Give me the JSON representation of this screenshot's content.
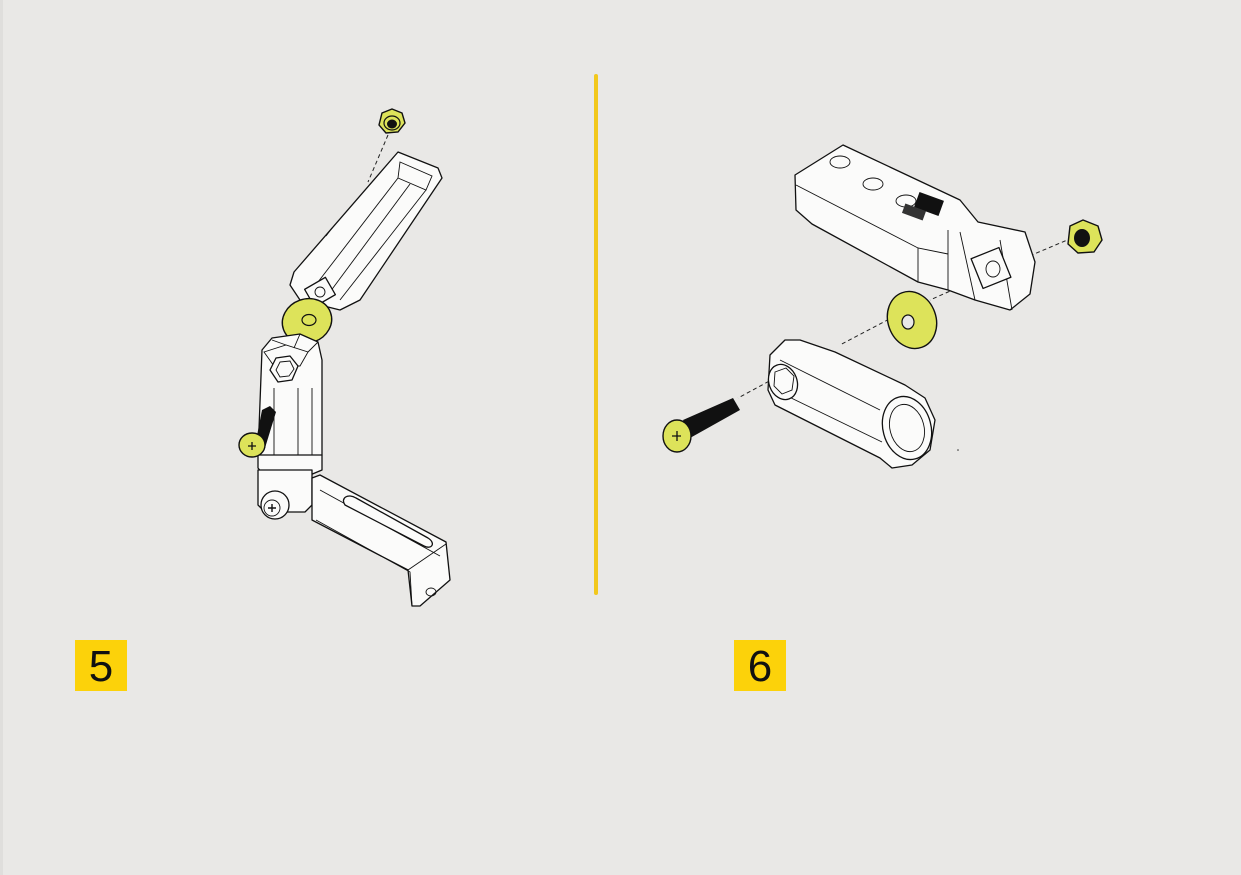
{
  "page": {
    "background": "#e9e8e6",
    "divider_color": "#f2c81d",
    "badge_color": "#fcd20a",
    "hardware_color": "#dde35a"
  },
  "steps": [
    {
      "number": "5",
      "illustration": "assembled-joint-with-exploded-nut-washer-bolt",
      "parts": [
        "hex-nut",
        "upper-arm-tube",
        "washer",
        "pivot-joint-body",
        "screw",
        "bottom-bracket-channel"
      ]
    },
    {
      "number": "6",
      "illustration": "exploded-view-arm-end-washer-nut-bolt-sleeve",
      "parts": [
        "arm-end-block",
        "hex-nut",
        "washer",
        "hex-sleeve",
        "screw"
      ]
    }
  ]
}
